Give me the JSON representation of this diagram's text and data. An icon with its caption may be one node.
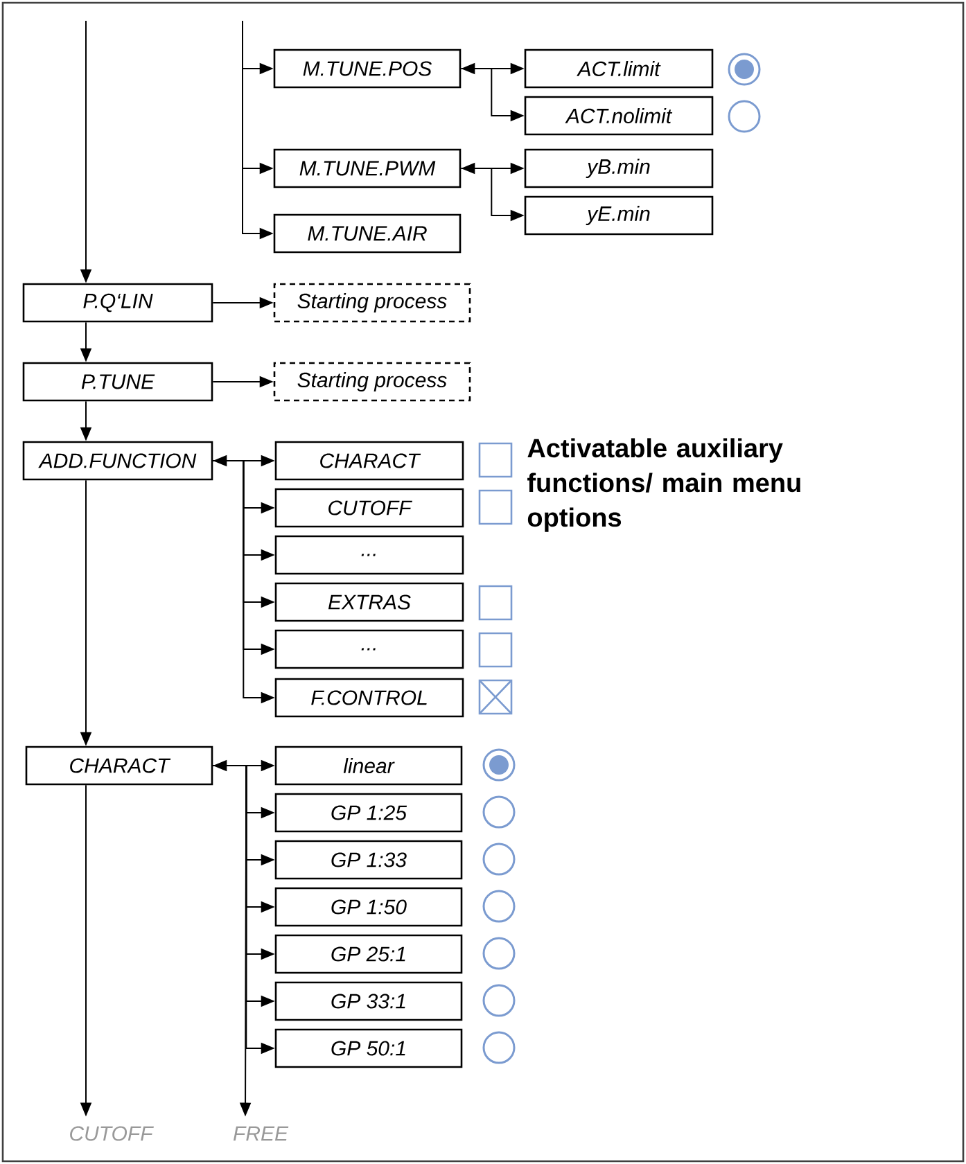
{
  "diagram": {
    "nodes": [
      {
        "text": [
          "M.TUNE.POS"
        ]
      },
      {
        "text": [
          "ACT.limit"
        ]
      },
      {
        "text": [
          "ACT.nolimit"
        ]
      },
      {
        "text": [
          "M.TUNE.PWM"
        ]
      },
      {
        "text": [
          "yB.min"
        ]
      },
      {
        "text": [
          "yE.min"
        ]
      },
      {
        "text": [
          "M.TUNE.AIR"
        ]
      },
      {
        "text": [
          "P.Q‘LIN"
        ]
      },
      {
        "text": [
          "Starting process"
        ]
      },
      {
        "text": [
          "P.TUNE"
        ]
      },
      {
        "text": [
          "Starting process"
        ]
      },
      {
        "text": [
          "ADD.FUNCTION"
        ]
      },
      {
        "text": [
          "CHARACT"
        ]
      },
      {
        "text": [
          "CUTOFF"
        ]
      },
      {
        "text": [
          "..."
        ]
      },
      {
        "text": [
          "EXTRAS"
        ]
      },
      {
        "text": [
          "..."
        ]
      },
      {
        "text": [
          "F.CONTROL"
        ]
      },
      {
        "text": [
          "CHARACT"
        ]
      },
      {
        "text": [
          "linear"
        ]
      },
      {
        "text": [
          "GP 1:25"
        ]
      },
      {
        "text": [
          "GP 1:33"
        ]
      },
      {
        "text": [
          "GP 1:50"
        ]
      },
      {
        "text": [
          "GP 25:1"
        ]
      },
      {
        "text": [
          "GP 33:1"
        ]
      },
      {
        "text": [
          "GP 50:1"
        ]
      },
      {
        "text": [
          "CUTOFF"
        ]
      },
      {
        "text": [
          "FREE"
        ]
      }
    ],
    "edges": [
      {
        "from": null,
        "to": 7,
        "arrow": "to"
      },
      {
        "from": null,
        "to": 0,
        "arrow": "to"
      },
      {
        "from": null,
        "to": 3,
        "arrow": "to"
      },
      {
        "from": null,
        "to": 6,
        "arrow": "to"
      },
      {
        "from": 0,
        "to": 1,
        "arrow": "both"
      },
      {
        "from": 0,
        "to": 2,
        "arrow": "to"
      },
      {
        "from": 3,
        "to": 4,
        "arrow": "both"
      },
      {
        "from": 3,
        "to": 5,
        "arrow": "to"
      },
      {
        "from": 7,
        "to": 8,
        "arrow": "to"
      },
      {
        "from": 7,
        "to": 9,
        "arrow": "to"
      },
      {
        "from": 9,
        "to": 10,
        "arrow": "to"
      },
      {
        "from": 9,
        "to": 11,
        "arrow": "to"
      },
      {
        "from": 11,
        "to": 12,
        "arrow": "both"
      },
      {
        "from": 11,
        "to": 13,
        "arrow": "to"
      },
      {
        "from": 11,
        "to": 14,
        "arrow": "to"
      },
      {
        "from": 11,
        "to": 15,
        "arrow": "to"
      },
      {
        "from": 11,
        "to": 16,
        "arrow": "to"
      },
      {
        "from": 11,
        "to": 17,
        "arrow": "to"
      },
      {
        "from": 11,
        "to": 18,
        "arrow": "to"
      },
      {
        "from": 18,
        "to": 19,
        "arrow": "both"
      },
      {
        "from": 18,
        "to": 20,
        "arrow": "to"
      },
      {
        "from": 18,
        "to": 21,
        "arrow": "to"
      },
      {
        "from": 18,
        "to": 22,
        "arrow": "to"
      },
      {
        "from": 18,
        "to": 23,
        "arrow": "to"
      },
      {
        "from": 18,
        "to": 24,
        "arrow": "to"
      },
      {
        "from": 18,
        "to": 25,
        "arrow": "to"
      },
      {
        "from": 18,
        "to": 26,
        "arrow": "to"
      },
      {
        "from": 18,
        "to": 27,
        "arrow": "to"
      }
    ],
    "labels": [
      "Activatable auxiliary functions/ main menu options"
    ]
  }
}
